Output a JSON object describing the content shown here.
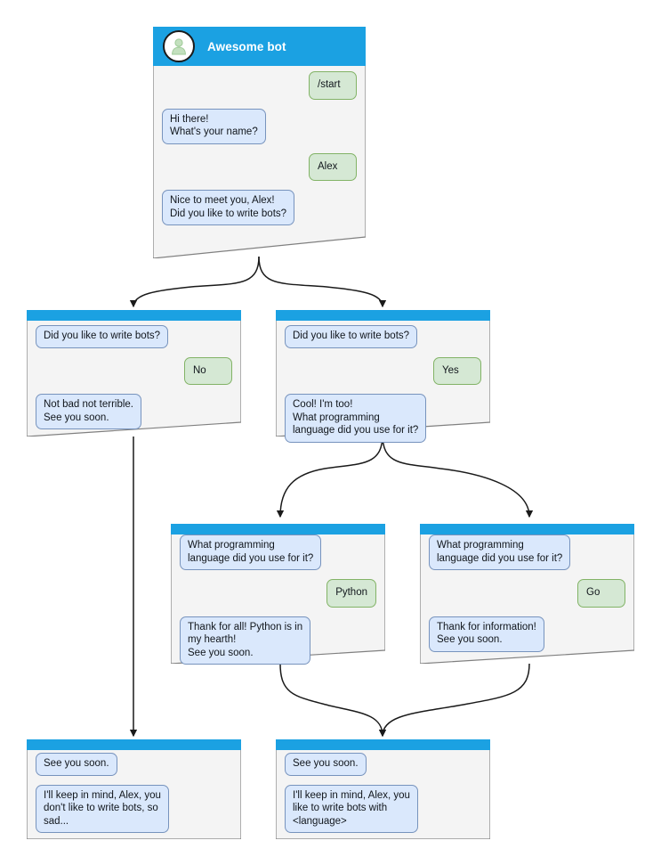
{
  "diagram": {
    "title": "Awesome bot conversation flow",
    "colors": {
      "header_blue": "#1ba1e2",
      "card_body": "#f4f4f4",
      "card_border": "#808080",
      "bot_bubble_fill": "#dae8fc",
      "bot_bubble_border": "#7793bd",
      "user_bubble_fill": "#d5e8d4",
      "user_bubble_border": "#82b366",
      "connector": "#1a1a1a",
      "avatar_person": "#b9dcb4"
    }
  },
  "cards": [
    {
      "id": "start",
      "has_title": true,
      "title": "Awesome bot",
      "avatar_icon": "person-avatar-icon",
      "messages": [
        {
          "side": "right",
          "role": "user",
          "text": "/start"
        },
        {
          "side": "left",
          "role": "bot",
          "text": "Hi there!\nWhat's your name?"
        },
        {
          "side": "right",
          "role": "user",
          "text": "Alex"
        },
        {
          "side": "left",
          "role": "bot",
          "text": "Nice to meet you, Alex!\nDid you like to write bots?"
        }
      ]
    },
    {
      "id": "answer-no",
      "has_title": false,
      "title": "",
      "messages": [
        {
          "side": "left",
          "role": "bot",
          "text": "Did you like to write bots?"
        },
        {
          "side": "right",
          "role": "user",
          "text": "No"
        },
        {
          "side": "left",
          "role": "bot",
          "text": "Not bad not terrible.\nSee you soon."
        }
      ]
    },
    {
      "id": "answer-yes",
      "has_title": false,
      "title": "",
      "messages": [
        {
          "side": "left",
          "role": "bot",
          "text": "Did you like to write bots?"
        },
        {
          "side": "right",
          "role": "user",
          "text": "Yes"
        },
        {
          "side": "left",
          "role": "bot",
          "text": "Cool! I'm too!\nWhat programming\nlanguage did you use for it?"
        }
      ]
    },
    {
      "id": "answer-python",
      "has_title": false,
      "title": "",
      "messages": [
        {
          "side": "left",
          "role": "bot",
          "text": "What programming\nlanguage did you use for it?"
        },
        {
          "side": "right",
          "role": "user",
          "text": "Python"
        },
        {
          "side": "left",
          "role": "bot",
          "text": "Thank for all! Python is in\nmy hearth!\nSee you soon."
        }
      ]
    },
    {
      "id": "answer-go",
      "has_title": false,
      "title": "",
      "messages": [
        {
          "side": "left",
          "role": "bot",
          "text": "What programming\nlanguage did you use for it?"
        },
        {
          "side": "right",
          "role": "user",
          "text": "Go"
        },
        {
          "side": "left",
          "role": "bot",
          "text": "Thank for information!\nSee you soon."
        }
      ]
    },
    {
      "id": "end-sad",
      "has_title": false,
      "title": "",
      "messages": [
        {
          "side": "left",
          "role": "bot",
          "text": "See you soon."
        },
        {
          "side": "left",
          "role": "bot",
          "text": "I'll keep in mind, Alex, you\ndon't like to write bots, so\nsad..."
        }
      ]
    },
    {
      "id": "end-happy",
      "has_title": false,
      "title": "",
      "messages": [
        {
          "side": "left",
          "role": "bot",
          "text": "See you soon."
        },
        {
          "side": "left",
          "role": "bot",
          "text": "I'll keep in mind, Alex, you\nlike to write bots with\n<language>"
        }
      ]
    }
  ],
  "connections": [
    {
      "from": "start",
      "to": "answer-no",
      "style": "curved"
    },
    {
      "from": "start",
      "to": "answer-yes",
      "style": "curved"
    },
    {
      "from": "answer-yes",
      "to": "answer-python",
      "style": "curved"
    },
    {
      "from": "answer-yes",
      "to": "answer-go",
      "style": "curved"
    },
    {
      "from": "answer-no",
      "to": "end-sad",
      "style": "straight"
    },
    {
      "from": "answer-python",
      "to": "end-happy",
      "style": "curved"
    },
    {
      "from": "answer-go",
      "to": "end-happy",
      "style": "curved"
    }
  ]
}
